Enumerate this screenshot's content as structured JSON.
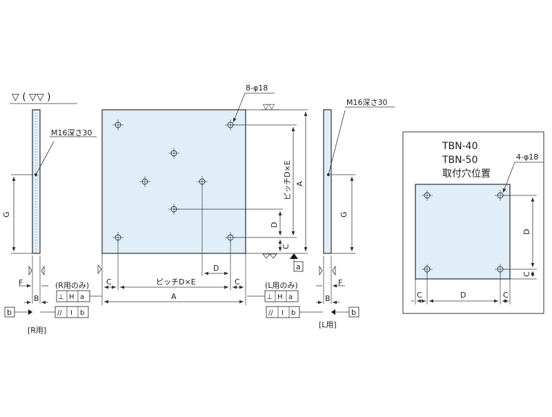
{
  "finish_symbol": "▽ ( ▽▽ )",
  "main": {
    "label_holes": "8-φ18",
    "finish_top": "▽▽",
    "dim_A_vert": "A",
    "dim_pitch_vert": "ピッチD×E",
    "dim_D_vert": "D",
    "dim_C_vert": "C",
    "dim_D_horiz": "D",
    "dim_C_left": "C",
    "dim_pitch_horiz": "ピッチD×E",
    "dim_C_right": "C",
    "dim_A_horiz": "A",
    "datum_a": "a"
  },
  "left_view": {
    "tap_label": "M16深さ30",
    "dim_G": "G",
    "dim_F": "F",
    "dim_B": "B",
    "datum_b": "b",
    "caption": "[R用]",
    "r_only_note": "(R用のみ)",
    "tol_perp": [
      "⊥",
      "H",
      "a"
    ],
    "tol_par": [
      "//",
      "I",
      "b"
    ]
  },
  "right_view": {
    "tap_label": "M16深さ30",
    "dim_G": "G",
    "dim_F": "F",
    "dim_B": "B",
    "datum_b": "b",
    "caption": "[L用]",
    "l_only_note": "(L用のみ)",
    "tol_perp": [
      "⊥",
      "H",
      "a"
    ],
    "tol_par": [
      "//",
      "I",
      "b"
    ]
  },
  "inset": {
    "title_line1": "TBN-40",
    "title_line2": "TBN-50",
    "title_line3": "取付穴位置",
    "holes_label": "4-φ18",
    "dim_D_vert": "D",
    "dim_C_vert": "C",
    "dim_C_left": "C",
    "dim_D_horiz": "D",
    "dim_C_right": "C"
  },
  "colors": {
    "plate_fill": "#dfeef8",
    "line": "#2a2a2a"
  }
}
